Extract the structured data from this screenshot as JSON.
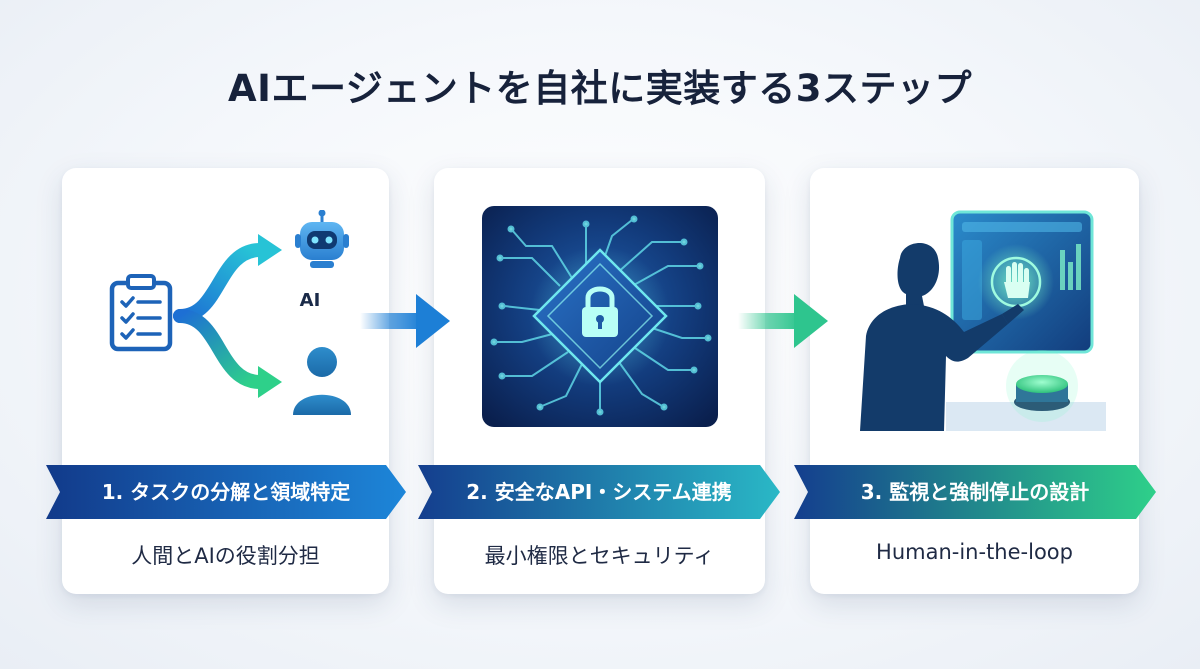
{
  "title": "AIエージェントを自社に実装する3ステップ",
  "steps": [
    {
      "banner": "1. タスクの分解と領域特定",
      "caption": "人間とAIの役割分担",
      "illustration_text": "AI",
      "icons": [
        "clipboard-checklist-icon",
        "robot-icon",
        "person-icon",
        "branch-arrow-icon"
      ]
    },
    {
      "banner": "2. 安全なAPI・システム連携",
      "caption": "最小権限とセキュリティ",
      "icons": [
        "circuit-chip-icon",
        "padlock-icon"
      ]
    },
    {
      "banner": "3. 監視と強制停止の設計",
      "caption": "Human-in-the-loop",
      "icons": [
        "person-silhouette-icon",
        "monitor-screen-icon",
        "hand-stop-icon",
        "emergency-button-icon"
      ]
    }
  ],
  "colors": {
    "navy": "#123a8a",
    "blue": "#1d7fd6",
    "teal": "#27b9c9",
    "green": "#2ed08a",
    "title": "#17223b"
  }
}
